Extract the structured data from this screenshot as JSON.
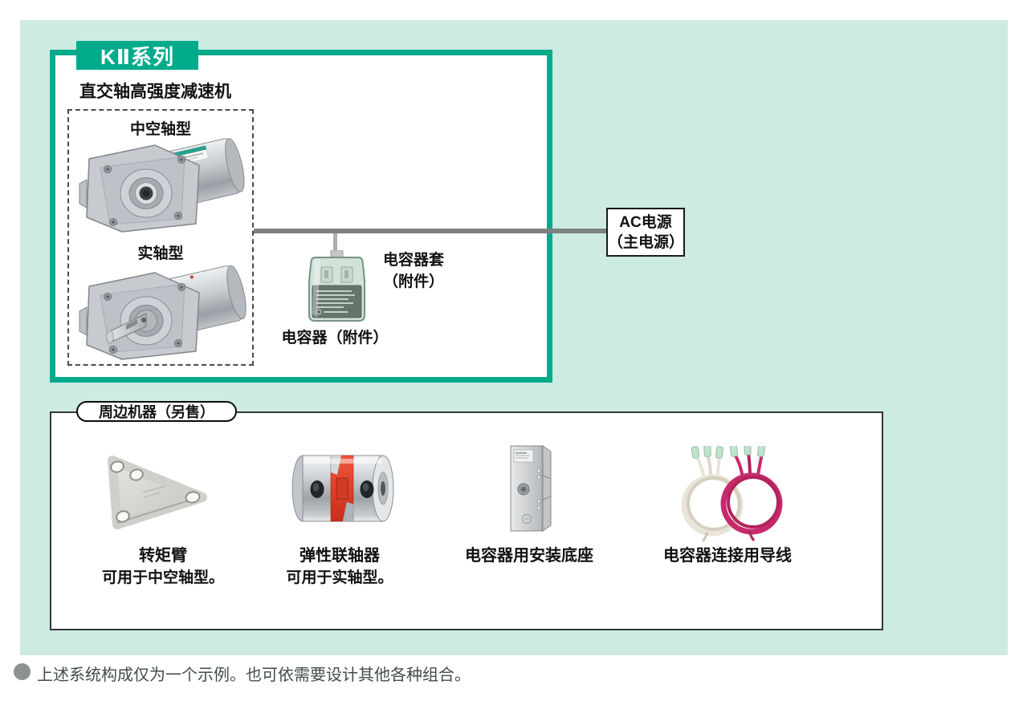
{
  "colors": {
    "teal": "#00ab8c",
    "mint_background": "#cdeae3",
    "power_line_gray": "#7c8182",
    "capacitor_wire_gray": "#abafaf",
    "coupling_red": "#d8402a",
    "lead_wire_magenta": "#c72a6c",
    "lead_wire_cream": "#e9e4d8",
    "footnote_bullet_gray": "#8d9191"
  },
  "system_box": {
    "series_badge": "KⅡ系列",
    "title": "直交轴高强度减速机",
    "gearmotor_types": [
      {
        "label": "中空轴型",
        "icon": "gearmotor-hollow-shaft-icon"
      },
      {
        "label": "实轴型",
        "icon": "gearmotor-solid-shaft-icon"
      }
    ],
    "capacitor_cover_label": [
      "电容器套",
      "（附件）"
    ],
    "capacitor_label": "电容器（附件）",
    "capacitor_icon": "capacitor-icon"
  },
  "ac_power_box": {
    "line1": "AC电源",
    "line2": "（主电源）"
  },
  "peripherals_box": {
    "title": "周边机器（另售）",
    "items": [
      {
        "name": "转矩臂",
        "note": "可用于中空轴型。",
        "icon": "torque-arm-icon"
      },
      {
        "name": "弹性联轴器",
        "note": "可用于实轴型。",
        "icon": "flexible-coupling-icon"
      },
      {
        "name": "电容器用安装底座",
        "note": "",
        "icon": "capacitor-mounting-base-icon"
      },
      {
        "name": "电容器连接用导线",
        "note": "",
        "icon": "capacitor-lead-wire-icon"
      }
    ]
  },
  "footnote": {
    "bullet": "●",
    "text": "上述系统构成仅为一个示例。也可依需要设计其他各种组合。"
  }
}
